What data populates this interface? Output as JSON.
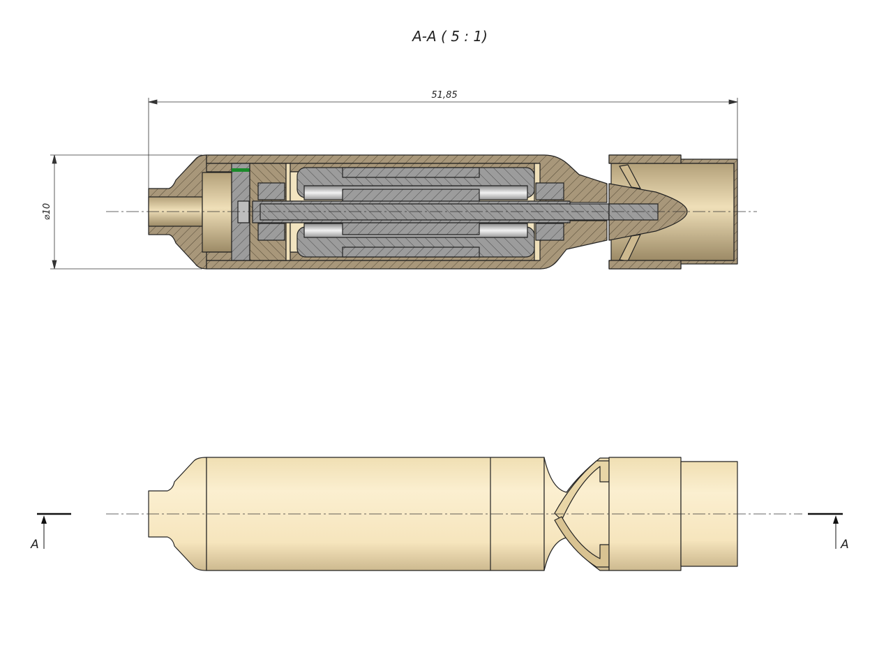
{
  "section_title": "A-A ( 5 : 1)",
  "dimensions": {
    "length": "51,85",
    "diameter": "⌀10"
  },
  "section_markers": {
    "left": "A",
    "right": "A"
  },
  "colors": {
    "section_fill": "#a8977a",
    "steel_fill": "#9c9c9c",
    "body_fill": "#f6e8c4",
    "hatch": "#3a3222",
    "seal": "#1a8a2a"
  }
}
